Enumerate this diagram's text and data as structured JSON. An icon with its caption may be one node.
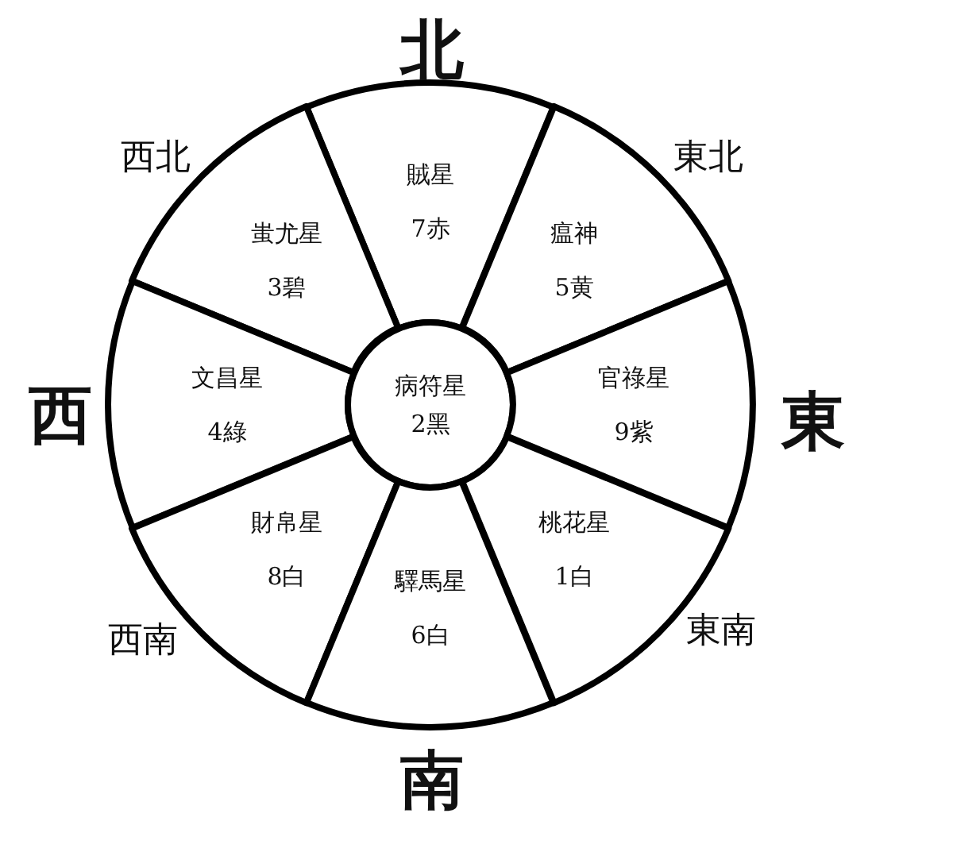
{
  "diagram": {
    "nodes": [
      {
        "text": [
          "賊星",
          "7赤"
        ]
      },
      {
        "text": [
          "蚩尤星",
          "3碧"
        ]
      },
      {
        "text": [
          "瘟神",
          "5黄"
        ]
      },
      {
        "text": [
          "文昌星",
          "4綠"
        ]
      },
      {
        "text": [
          "病符星",
          "2黑"
        ]
      },
      {
        "text": [
          "官祿星",
          "9紫"
        ]
      },
      {
        "text": [
          "財帛星",
          "8白"
        ]
      },
      {
        "text": [
          "桃花星",
          "1白"
        ]
      },
      {
        "text": [
          "驛馬星",
          "6白"
        ]
      }
    ],
    "labels": [
      "北",
      "西北",
      "東北",
      "西",
      "東",
      "西南",
      "東南",
      "南"
    ]
  }
}
